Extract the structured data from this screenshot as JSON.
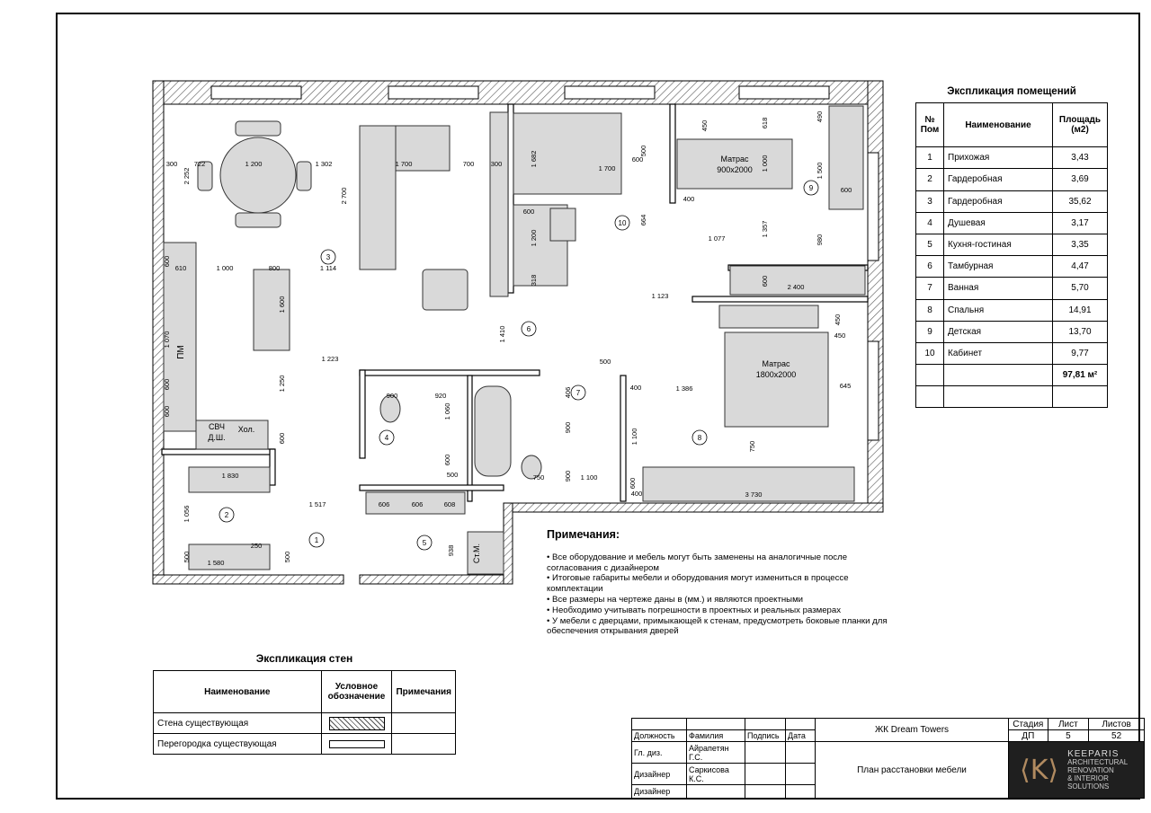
{
  "drawing": {
    "rooms_title": "Экспликация помещений",
    "rooms_headers": {
      "num": "№ Пом",
      "name": "Наименование",
      "area": "Площадь (м2)"
    },
    "rooms": [
      {
        "n": "1",
        "name": "Прихожая",
        "area": "3,43"
      },
      {
        "n": "2",
        "name": "Гардеробная",
        "area": "3,69"
      },
      {
        "n": "3",
        "name": "Гардеробная",
        "area": "35,62"
      },
      {
        "n": "4",
        "name": "Душевая",
        "area": "3,17"
      },
      {
        "n": "5",
        "name": "Кухня-гостиная",
        "area": "3,35"
      },
      {
        "n": "6",
        "name": "Тамбурная",
        "area": "4,47"
      },
      {
        "n": "7",
        "name": "Ванная",
        "area": "5,70"
      },
      {
        "n": "8",
        "name": "Спальня",
        "area": "14,91"
      },
      {
        "n": "9",
        "name": "Детская",
        "area": "13,70"
      },
      {
        "n": "10",
        "name": "Кабинет",
        "area": "9,77"
      }
    ],
    "rooms_total": "97,81 м²",
    "walls_title": "Экспликация стен",
    "walls_headers": {
      "name": "Наименование",
      "symbol": "Условное обозначение",
      "notes": "Примечания"
    },
    "walls": [
      {
        "name": "Стена существующая"
      },
      {
        "name": "Перегородка существующая"
      }
    ],
    "notes_title": "Примечания:",
    "notes": [
      "• Все оборудование и мебель могут быть заменены на аналогичные после согласования с дизайнером",
      "• Итоговые габариты мебели и оборудования могут измениться в процессе комплектации",
      "• Все размеры на чертеже даны в (мм.) и являются проектными",
      "• Необходимо учитывать погрешности в проектных и реальных размерах",
      "• У мебели с дверцами, примыкающей к стенам, предусмотреть боковые планки для обеспечения открывания дверей"
    ],
    "stamp": {
      "h_role": "Должность",
      "h_surname": "Фамилия",
      "h_sign": "Подпись",
      "h_date": "Дата",
      "people": [
        {
          "role": "Гл. диз.",
          "surname": "Айрапетян Г.С."
        },
        {
          "role": "Дизайнер",
          "surname": "Саркисова К.С."
        },
        {
          "role": "Дизайнер",
          "surname": ""
        }
      ],
      "project": "ЖК Dream Towers",
      "sheet_title": "План расстановки мебели",
      "h_stage": "Стадия",
      "h_sheet": "Лист",
      "h_sheets": "Листов",
      "stage": "ДП",
      "sheet": "5",
      "sheets": "52",
      "logo_name": "KEEPARIS",
      "logo_sub": [
        "ARCHITECTURAL",
        "RENOVATION",
        "& INTERIOR",
        "SOLUTIONS"
      ]
    },
    "plan_labels": {
      "room_nums": [
        "1",
        "2",
        "3",
        "4",
        "5",
        "6",
        "7",
        "8",
        "9",
        "10"
      ],
      "mattress_small": [
        "Матрас",
        "900x2000"
      ],
      "mattress_big": [
        "Матрас",
        "1800x2000"
      ],
      "pm": "ПМ",
      "svch": "СВЧ",
      "dsh": "Д.Ш.",
      "hol": "Хол.",
      "stm": "Ст.М.",
      "dims": [
        "300",
        "722",
        "1 200",
        "1 302",
        "1 700",
        "700",
        "300",
        "1 682",
        "1 700",
        "600",
        "500",
        "664",
        "600",
        "1 200",
        "318",
        "2 252",
        "2 700",
        "600",
        "610",
        "1 000",
        "800",
        "1 114",
        "1 600",
        "1 070",
        "600",
        "600",
        "1 250",
        "600",
        "1 223",
        "1 410",
        "1 123",
        "1 077",
        "1 357",
        "980",
        "600",
        "2 400",
        "450",
        "618",
        "1 000",
        "490",
        "1 500",
        "600",
        "400",
        "450",
        "450",
        "500",
        "400",
        "1 386",
        "645",
        "1 100",
        "750",
        "3 730",
        "400",
        "600",
        "900",
        "920",
        "1 060",
        "600",
        "500",
        "406",
        "900",
        "750",
        "900",
        "1 100",
        "606",
        "606",
        "608",
        "938",
        "1 830",
        "1 056",
        "1 580",
        "250",
        "500",
        "500",
        "1 517"
      ]
    }
  }
}
